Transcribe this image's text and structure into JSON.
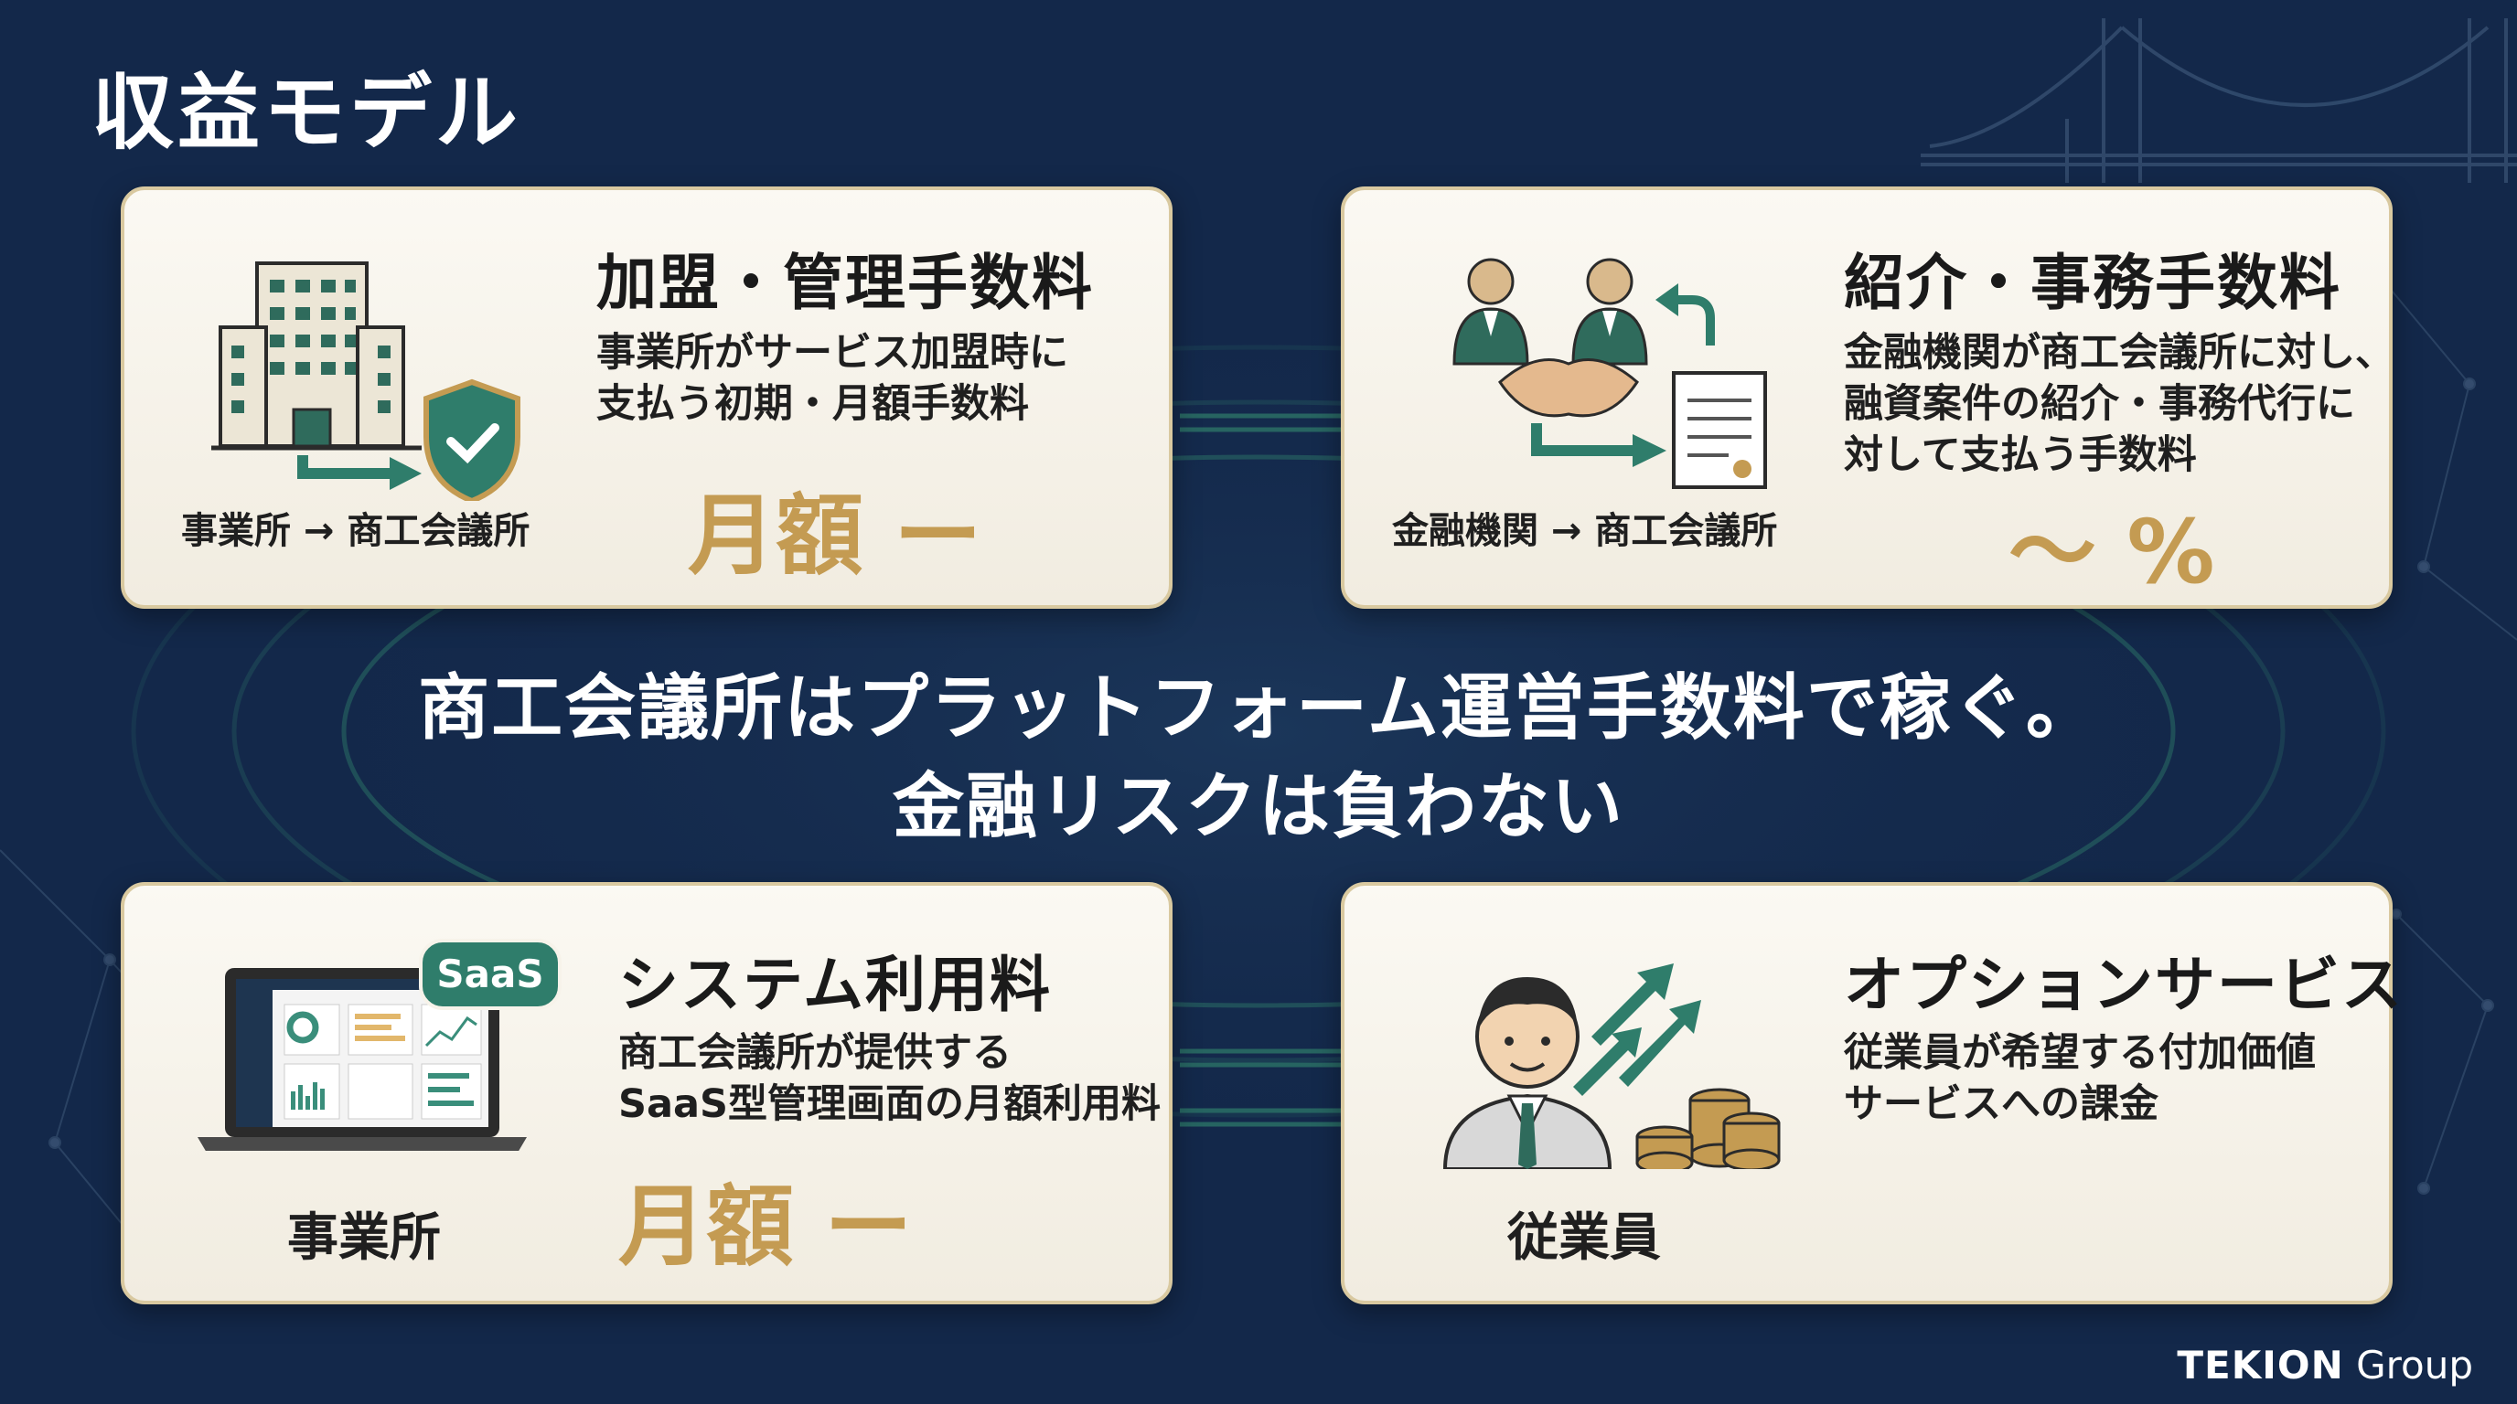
{
  "page": {
    "title": "収益モデル",
    "message_line1": "商工会議所はプラットフォーム運営手数料で稼ぐ。",
    "message_line2": "金融リスクは負わない",
    "brand_name": "TEKION",
    "brand_suffix": "Group"
  },
  "cards": [
    {
      "title": "加盟・管理手数料",
      "desc": [
        "事業所がサービス加盟時に",
        "支払う初期・月額手数料"
      ],
      "value": "月額 ー",
      "flow_label": "事業所 → 商工会議所",
      "icon": "building-to-shield-icon"
    },
    {
      "title": "紹介・事務手数料",
      "desc": [
        "金融機関が商工会議所に対し、",
        "融資案件の紹介・事務代行に",
        "対して支払う手数料"
      ],
      "value": "〜 %",
      "flow_label": "金融機関 → 商工会議所",
      "icon": "handshake-document-icon"
    },
    {
      "title": "システム利用料",
      "desc": [
        "商工会議所が提供する",
        "SaaS型管理画面の月額利用料"
      ],
      "value": "月額 ー",
      "actor_label": "事業所",
      "badge": "SaaS",
      "icon": "laptop-dashboard-icon"
    },
    {
      "title": "オプションサービス",
      "desc": [
        "従業員が希望する付加価値",
        "サービスへの課金"
      ],
      "actor_label": "従業員",
      "icon": "employee-coins-icon"
    }
  ],
  "colors": {
    "background": "#13284a",
    "accent_gold": "#c49b52",
    "accent_green": "#2f7d6b",
    "card_bg": "#f7f3ea"
  }
}
